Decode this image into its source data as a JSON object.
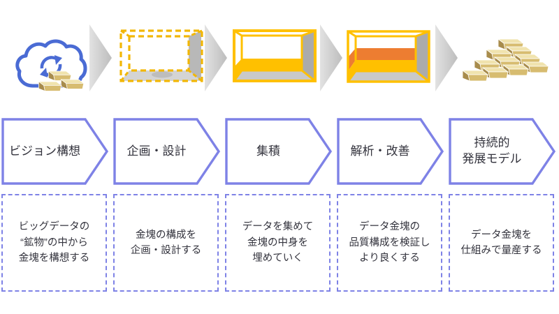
{
  "diagram": {
    "title": "data-gold-refinement-process",
    "stages": [
      {
        "label": "ビジョン構想",
        "description": "ビッグデータの\n“鉱物”の中から\n金塊を構想する",
        "icon": "cloud-sync-with-gold-nuggets"
      },
      {
        "label": "企画・設計",
        "description": "金塊の構成を\n企画・設計する",
        "icon": "empty-gold-mold-dashed-outline"
      },
      {
        "label": "集積",
        "description": "データを集めて\n金塊の中身を\n埋めていく",
        "icon": "gold-mold-partially-filled"
      },
      {
        "label": "解析・改善",
        "description": "データ金塊の\n品質構成を検証し\nより良くする",
        "icon": "gold-mold-layered-orange-gold"
      },
      {
        "label": "持続的\n発展モデル",
        "description": "データ金塊を\n仕組みで量産する",
        "icon": "gold-bar-pyramid"
      }
    ],
    "colors": {
      "chevron_border": "#7E82E6",
      "box_border": "#7E82E6",
      "gold": "#FFC000",
      "gold_dashed": "#F2B705",
      "orange": "#ED7D31",
      "cloud_blue": "#4A6BD4",
      "text": "#33333D"
    }
  }
}
